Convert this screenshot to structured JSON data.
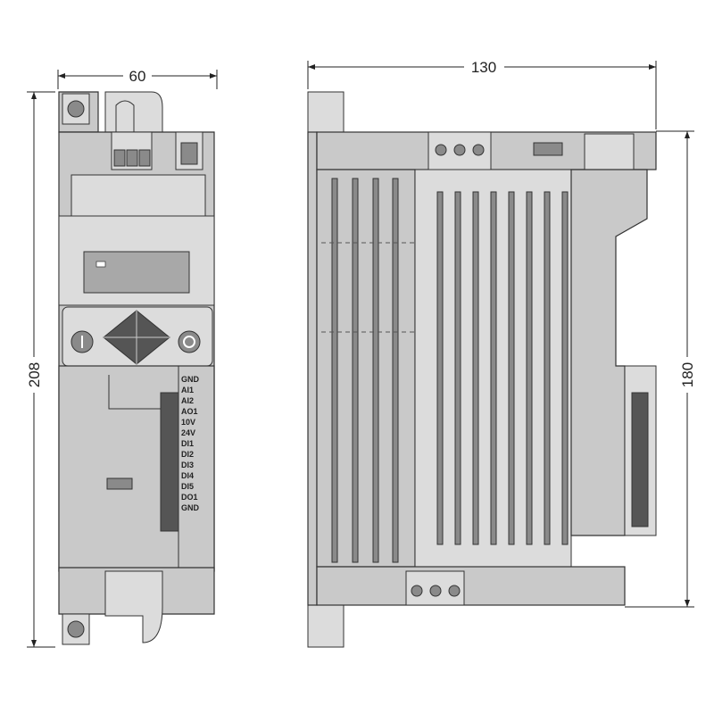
{
  "dimensions": {
    "front_width": "60",
    "front_height": "208",
    "side_depth": "130",
    "side_height": "180"
  },
  "terminals": [
    "GND",
    "AI1",
    "AI2",
    "AO1",
    "10V",
    "24V",
    "DI1",
    "DI2",
    "DI3",
    "DI4",
    "DI5",
    "DO1",
    "GND"
  ],
  "colors": {
    "body": "#c9c9c9",
    "outline": "#333333",
    "display": "#a8a8a8"
  }
}
